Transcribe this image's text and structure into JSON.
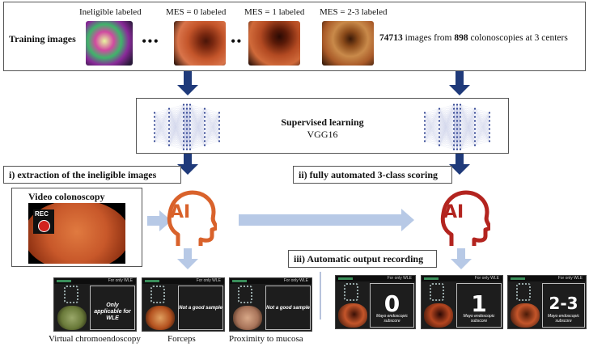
{
  "training": {
    "title": "Training images",
    "tiles": [
      {
        "label": "Ineligible labeled"
      },
      {
        "label": "MES = 0 labeled"
      },
      {
        "label": "MES = 1 labeled"
      },
      {
        "label": "MES = 2-3 labeled"
      }
    ],
    "ellipsis_1": "•••",
    "ellipsis_2": "••",
    "stats_prefix_number": "74713",
    "stats_middle": " images from ",
    "stats_colonoscopies": "898",
    "stats_suffix": " colonoscopies at 3 centers"
  },
  "learning": {
    "title": "Supervised learning",
    "model": "VGG16"
  },
  "steps": {
    "step1": "i) extraction of the ineligible images",
    "step2": "ii) fully automated 3-class scoring",
    "step3": "iii) Automatic output recording"
  },
  "video": {
    "title": "Video colonoscopy",
    "rec": "REC"
  },
  "ai_label": "AI",
  "ineligible_outputs": [
    {
      "screen_header": "For only WLE",
      "screen_text": "Only applicable for WLE",
      "caption": "Virtual chromoendoscopy"
    },
    {
      "screen_header": "For only WLE",
      "screen_text": "Not a good sample",
      "caption": "Forceps"
    },
    {
      "screen_header": "For only WLE",
      "screen_text": "Not a good sample",
      "caption": "Proximity to mucosa"
    }
  ],
  "score_outputs": [
    {
      "screen_header": "For only WLE",
      "score": "0",
      "subtext": "Mayo endoscopic subscore"
    },
    {
      "screen_header": "For only WLE",
      "score": "1",
      "subtext": "Mayo endoscopic subscore"
    },
    {
      "screen_header": "For only WLE",
      "score": "2-3",
      "subtext": "Mayo endoscopic subscore"
    }
  ],
  "colors": {
    "arrow_dark": "#1f3a7a",
    "arrow_light": "#b7c9e6",
    "ai_orange": "#d9622b",
    "ai_red": "#b3241f",
    "mucosa": "#b4451f"
  },
  "icons": [
    "neural-network-icon",
    "ai-head-icon",
    "rec-dot-icon",
    "colon-map-icon"
  ]
}
